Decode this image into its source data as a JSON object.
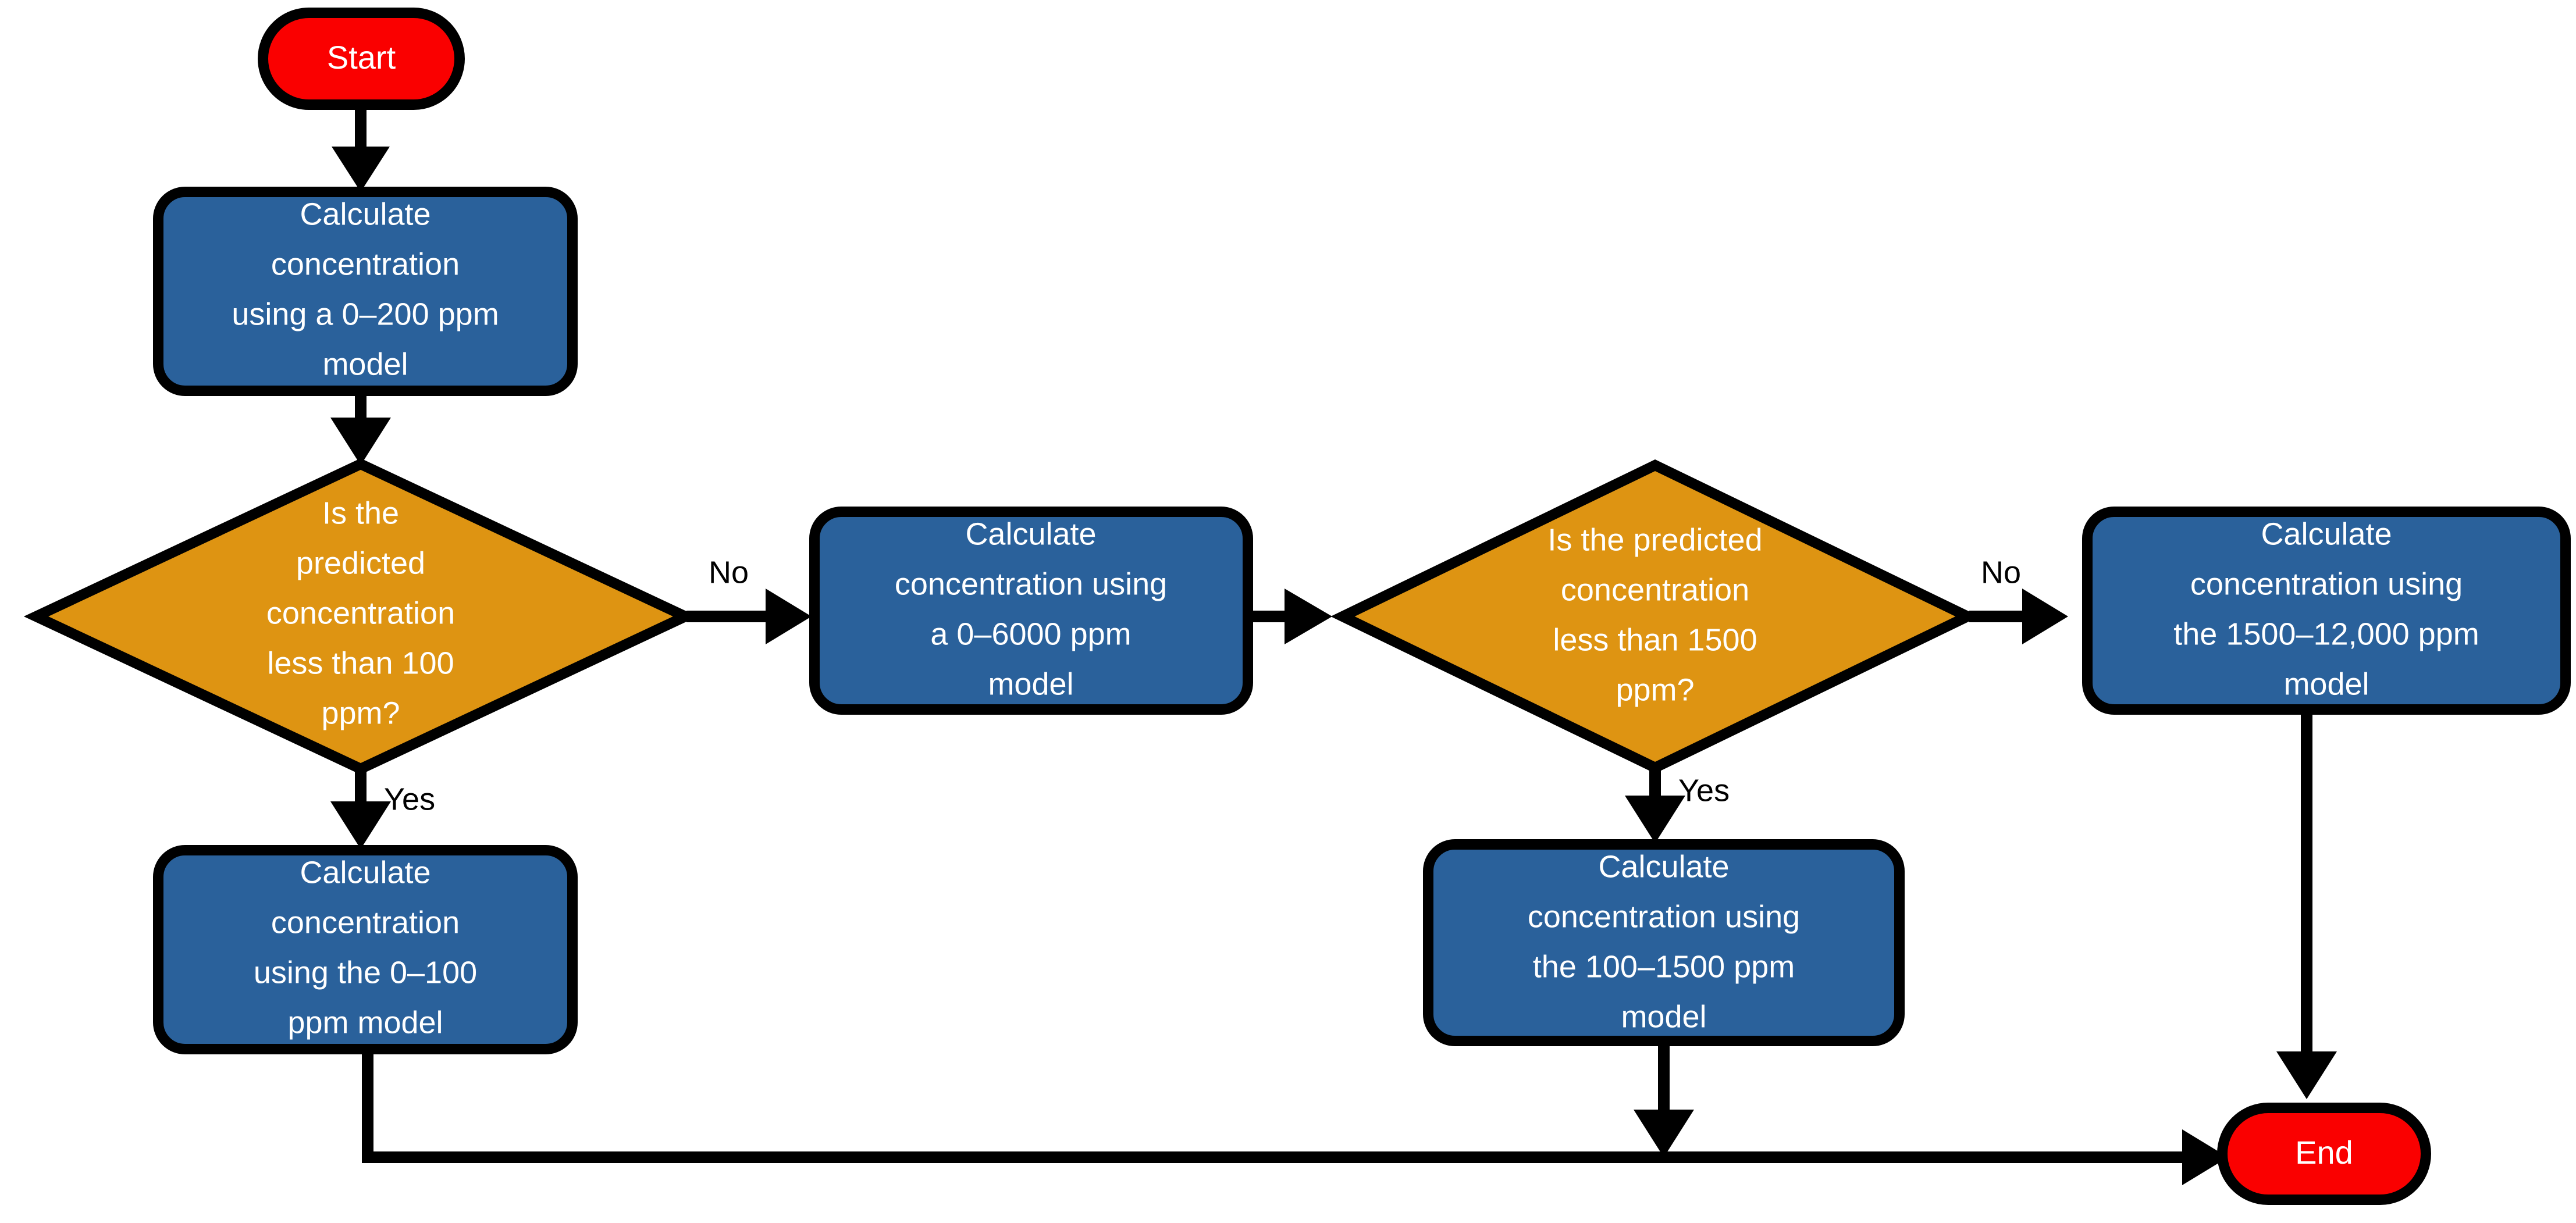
{
  "diagram": {
    "title": "Concentration model selection flowchart",
    "background": "#ffffff",
    "colors": {
      "terminator_fill": "#FA0000",
      "process_fill": "#2A619B",
      "decision_fill": "#DE9412",
      "stroke": "#000000",
      "node_text": "#ffffff",
      "edge_text": "#000000"
    },
    "nodes": [
      {
        "id": "start",
        "type": "terminator",
        "name": "start-node",
        "label": "Start",
        "lines": [
          "Start"
        ]
      },
      {
        "id": "calc-0-200",
        "type": "process",
        "name": "process-calc-0-200",
        "label": "Calculate concentration using a 0–200 ppm model",
        "lines": [
          "Calculate",
          "concentration",
          "using a 0–200 ppm",
          "model"
        ]
      },
      {
        "id": "decision-100",
        "type": "decision",
        "name": "decision-less-than-100-ppm",
        "label": "Is the predicted concentration less than 100 ppm?",
        "lines": [
          "Is the",
          "predicted",
          "concentration",
          "less than 100",
          "ppm?"
        ]
      },
      {
        "id": "calc-0-100",
        "type": "process",
        "name": "process-calc-0-100",
        "label": "Calculate concentration using the 0–100 ppm model",
        "lines": [
          "Calculate",
          "concentration",
          "using the 0–100",
          "ppm model"
        ]
      },
      {
        "id": "calc-0-6000",
        "type": "process",
        "name": "process-calc-0-6000",
        "label": "Calculate concentration using a 0–6000 ppm model",
        "lines": [
          "Calculate",
          "concentration using",
          "a 0–6000 ppm",
          "model"
        ]
      },
      {
        "id": "decision-1500",
        "type": "decision",
        "name": "decision-less-than-1500-ppm",
        "label": "Is the predicted concentration less than 1500 ppm?",
        "lines": [
          "Is the predicted",
          "concentration",
          "less than 1500",
          "ppm?"
        ]
      },
      {
        "id": "calc-100-1500",
        "type": "process",
        "name": "process-calc-100-1500",
        "label": "Calculate concentration using the 100–1500 ppm model",
        "lines": [
          "Calculate",
          "concentration using",
          "the 100–1500 ppm",
          "model"
        ]
      },
      {
        "id": "calc-1500-12000",
        "type": "process",
        "name": "process-calc-1500-12000",
        "label": "Calculate concentration using the 1500–12,000 ppm model",
        "lines": [
          "Calculate",
          "concentration using",
          "the 1500–12,000 ppm",
          "model"
        ]
      },
      {
        "id": "end",
        "type": "terminator",
        "name": "end-node",
        "label": "End",
        "lines": [
          "End"
        ]
      }
    ],
    "edges": [
      {
        "id": "e1",
        "name": "edge-start-to-calc-0-200",
        "from": "start",
        "to": "calc-0-200",
        "label": ""
      },
      {
        "id": "e2",
        "name": "edge-calc-0-200-to-decision-100",
        "from": "calc-0-200",
        "to": "decision-100",
        "label": ""
      },
      {
        "id": "e3",
        "name": "edge-decision-100-no",
        "from": "decision-100",
        "to": "calc-0-6000",
        "label": "No"
      },
      {
        "id": "e4",
        "name": "edge-decision-100-yes",
        "from": "decision-100",
        "to": "calc-0-100",
        "label": "Yes"
      },
      {
        "id": "e5",
        "name": "edge-calc-0-6000-to-decision-1500",
        "from": "calc-0-6000",
        "to": "decision-1500",
        "label": ""
      },
      {
        "id": "e6",
        "name": "edge-decision-1500-no",
        "from": "decision-1500",
        "to": "calc-1500-12000",
        "label": "No"
      },
      {
        "id": "e7",
        "name": "edge-decision-1500-yes",
        "from": "decision-1500",
        "to": "calc-100-1500",
        "label": "Yes"
      },
      {
        "id": "e8",
        "name": "edge-calc-0-100-to-end",
        "from": "calc-0-100",
        "to": "end",
        "label": ""
      },
      {
        "id": "e9",
        "name": "edge-calc-100-1500-to-end",
        "from": "calc-100-1500",
        "to": "end",
        "label": ""
      },
      {
        "id": "e10",
        "name": "edge-calc-1500-12000-to-end",
        "from": "calc-1500-12000",
        "to": "end",
        "label": ""
      }
    ],
    "edge_labels": {
      "no_1": "No",
      "yes_1": "Yes",
      "no_2": "No",
      "yes_2": "Yes"
    }
  }
}
